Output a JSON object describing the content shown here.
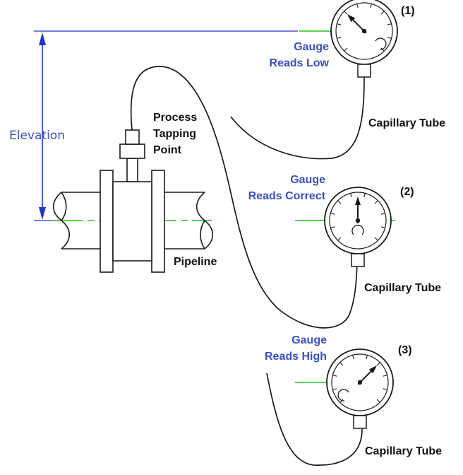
{
  "colors": {
    "line": "#1a1a1a",
    "blue_text": "#3b4fc0",
    "blue_line": "#2233cc",
    "green_line": "#22c422"
  },
  "labels": {
    "elevation": "Elevation",
    "process_tapping": [
      "Process",
      "Tapping",
      "Point"
    ],
    "pipeline": "Pipeline"
  },
  "gauges": [
    {
      "number": "(1)",
      "reading": [
        "Gauge",
        "Reads Low"
      ],
      "tube": "Capillary Tube"
    },
    {
      "number": "(2)",
      "reading": [
        "Gauge",
        "Reads Correct"
      ],
      "tube": "Capillary Tube"
    },
    {
      "number": "(3)",
      "reading": [
        "Gauge",
        "Reads High"
      ],
      "tube": "Capillary Tube"
    }
  ]
}
